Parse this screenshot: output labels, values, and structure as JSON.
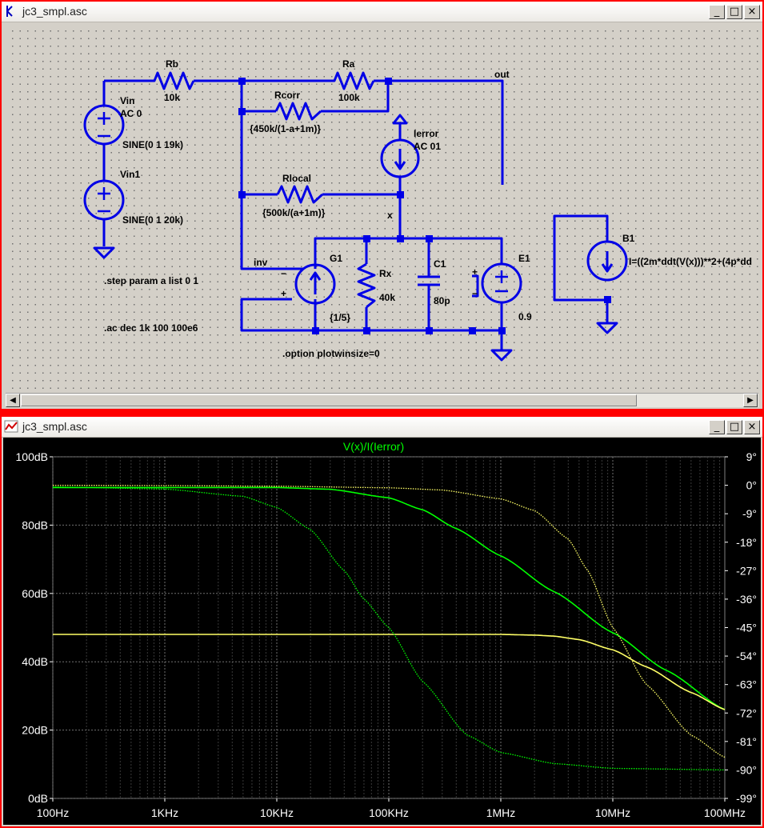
{
  "schematic_window": {
    "title": "jc3_smpl.asc",
    "buttons": {
      "minimize": "_",
      "maximize": "□",
      "close": "×"
    }
  },
  "plot_window": {
    "title": "jc3_smpl.asc",
    "buttons": {
      "minimize": "_",
      "maximize": "□",
      "close": "×"
    }
  },
  "schematic": {
    "labels": {
      "rb_name": "Rb",
      "rb_value": "10k",
      "ra_name": "Ra",
      "ra_value": "100k",
      "rcorr_name": "Rcorr",
      "rcorr_value": "{450k/(1-a+1m)}",
      "rlocal_name": "Rlocal",
      "rlocal_value": "{500k/(a+1m)}",
      "vin_name": "Vin",
      "vin_ac": "AC 0",
      "vin_sine": "SINE(0 1 19k)",
      "vin1_name": "Vin1",
      "vin1_sine": "SINE(0 1 20k)",
      "ierror_name": "Ierror",
      "ierror_ac": "AC 01",
      "g1_name": "G1",
      "g1_value": "{1/5}",
      "rx_name": "Rx",
      "rx_value": "40k",
      "c1_name": "C1",
      "c1_value": "80p",
      "e1_name": "E1",
      "e1_value": "0.9",
      "b1_name": "B1",
      "b1_expr": "I=((2m*ddt(V(x)))**2+(4p*dd",
      "net_out": "out",
      "net_inv": "inv",
      "net_x": "x",
      "plus": "+",
      "minus": "−"
    },
    "directives": {
      "step": ".step param a list 0 1",
      "ac": ".ac dec 1k 100 100e6",
      "option": ".option plotwinsize=0"
    }
  },
  "chart_data": {
    "type": "line",
    "title": "V(x)/I(Ierror)",
    "x_scale": "log",
    "xlim": [
      100,
      100000000
    ],
    "x_ticks": [
      "100Hz",
      "1KHz",
      "10KHz",
      "100KHz",
      "1MHz",
      "10MHz",
      "100MHz"
    ],
    "ylim": [
      0,
      100
    ],
    "y_ticks": [
      "0dB",
      "20dB",
      "40dB",
      "60dB",
      "80dB",
      "100dB"
    ],
    "y2lim": [
      -99,
      9
    ],
    "y2_ticks": [
      "9°",
      "0°",
      "-9°",
      "-18°",
      "-27°",
      "-36°",
      "-45°",
      "-54°",
      "-63°",
      "-72°",
      "-81°",
      "-90°",
      "-99°"
    ],
    "grid": true,
    "series": [
      {
        "color": "#00ff00",
        "style": "solid",
        "axis": "left",
        "x": [
          100,
          1000,
          10000,
          30000,
          100000,
          200000,
          400000,
          1000000,
          3000000,
          10000000,
          30000000,
          100000000
        ],
        "y": [
          91,
          91,
          91,
          90.5,
          88,
          84.5,
          79,
          71,
          60.5,
          48.5,
          37.5,
          26
        ]
      },
      {
        "color": "#ffff66",
        "style": "solid",
        "axis": "left",
        "x": [
          100,
          1000,
          10000,
          100000,
          1000000,
          2000000,
          3000000,
          5000000,
          10000000,
          20000000,
          50000000,
          100000000
        ],
        "y": [
          48,
          48,
          48,
          48,
          48,
          47.8,
          47.5,
          46.5,
          43.5,
          38.5,
          31,
          26
        ]
      },
      {
        "color": "#ffff66",
        "style": "dotted",
        "axis": "right",
        "x": [
          100,
          1000,
          10000,
          100000,
          300000,
          1000000,
          2000000,
          4000000,
          6000000,
          10000000,
          20000000,
          50000000,
          100000000
        ],
        "y": [
          0,
          -0.1,
          -0.3,
          -0.8,
          -1.5,
          -4.3,
          -8,
          -17,
          -27,
          -45,
          -63,
          -79,
          -86
        ]
      },
      {
        "color": "#00ff00",
        "style": "dotted",
        "axis": "right",
        "x": [
          100,
          1000,
          5000,
          10000,
          20000,
          40000,
          60000,
          100000,
          200000,
          500000,
          1000000,
          3000000,
          10000000,
          100000000
        ],
        "y": [
          -0.5,
          -1.2,
          -3.5,
          -7,
          -14,
          -27,
          -36,
          -45,
          -62,
          -79,
          -84.5,
          -88,
          -89.5,
          -90
        ]
      }
    ]
  }
}
